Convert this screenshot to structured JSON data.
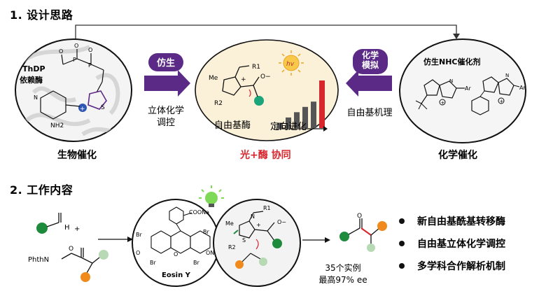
{
  "section1": {
    "title": "1. 设计思路",
    "left_circle": {
      "line1": "ThDP",
      "line2": "依赖酶",
      "label": "生物催化",
      "atoms": {
        "o": "O",
        "p": "P",
        "s": "S",
        "n": "N",
        "nh2": "NH2"
      }
    },
    "left_arrow": {
      "badge": "仿生",
      "line1": "立体化学",
      "line2": "调控"
    },
    "center": {
      "hv": "hv",
      "me": "Me",
      "r1": "R1",
      "r2": "R2",
      "o_minus": "O−",
      "n_plus": "+",
      "caption_left": "自由基酶",
      "caption_right": "定向进化",
      "label": "光+酶 协同"
    },
    "right_arrow": {
      "badge_line1": "化学",
      "badge_line2": "模拟",
      "caption": "自由基机理"
    },
    "right_circle": {
      "title": "仿生NHC催化剂",
      "label": "化学催化",
      "ar": "Ar",
      "n": "N"
    }
  },
  "section2": {
    "title": "2. 工作内容",
    "reagents": {
      "aldehyde_h": "H",
      "plus": "+",
      "phthn": "PhthN",
      "o": "O"
    },
    "eosin": {
      "coona": "COONa",
      "br": "Br",
      "ona": "ONa",
      "o": "O",
      "name": "Eosin Y"
    },
    "nhc": {
      "me": "Me",
      "r1": "R1",
      "r2": "R2",
      "o_minus": "O−",
      "n": "N",
      "s": "S",
      "plus": "+"
    },
    "product": {
      "o": "O"
    },
    "results": {
      "line1": "35个实例",
      "line2": "最高97% ee"
    },
    "bullets": [
      "新自由基酰基转移酶",
      "自由基立体化学调控",
      "多学科合作解析机制"
    ]
  },
  "colors": {
    "purple": "#5b2a86",
    "red": "#d8262d",
    "green": "#1e8a3c",
    "orange": "#f08a1c",
    "lightgreen": "#b7d9b3",
    "center_fill": "#fbf1d9",
    "teal": "#2aa7a0"
  },
  "chart": {
    "bar_values": [
      1,
      2,
      3,
      4,
      5,
      9
    ]
  }
}
